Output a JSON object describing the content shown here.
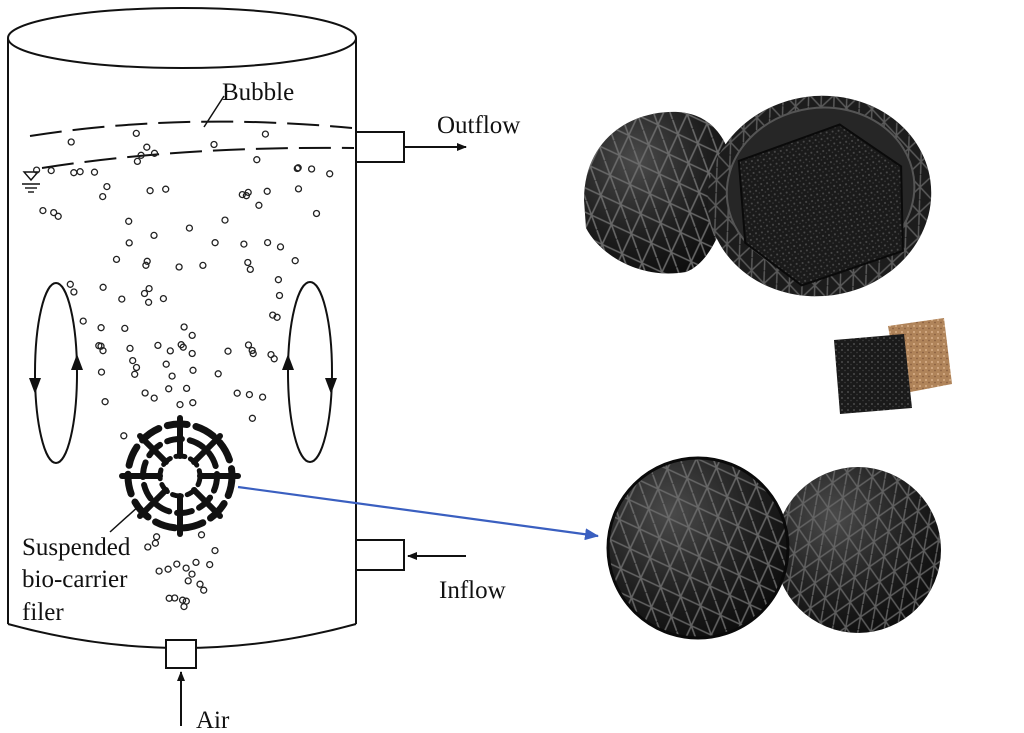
{
  "labels": {
    "bubble": "Bubble",
    "outflow": "Outflow",
    "inflow": "Inflow",
    "air": "Air",
    "carrier_line1": "Suspended",
    "carrier_line2": "bio-carrier",
    "carrier_line3": "filer"
  },
  "colors": {
    "line": "#111111",
    "arrow": "#3a5fc0",
    "carrier": "#1a1a1a",
    "ball": "#262626",
    "sponge": "#151515",
    "sponge_brown": "#b88a60"
  }
}
